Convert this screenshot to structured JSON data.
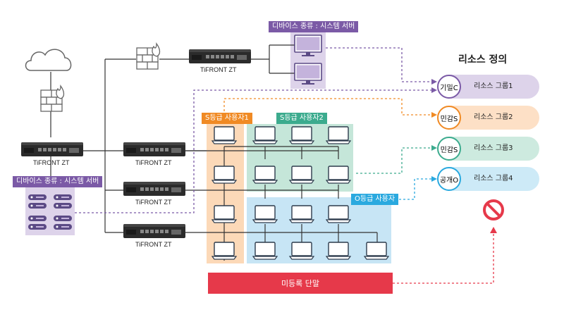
{
  "title": "리소스 정의",
  "device_type_tag": "디바이스 종류 : 시스템 서버",
  "tifront_label": "TiFRONT ZT",
  "user_groups": {
    "s1": "S등급 사용자1",
    "s2": "S등급 사용자2",
    "o": "O등급 사용자"
  },
  "resource_groups": [
    {
      "badge": "기밀C",
      "label": "리소스 그룹1",
      "color": "#7b5aa6",
      "fill": "#ddd3ea"
    },
    {
      "badge": "민감S",
      "label": "리소스 그룹2",
      "color": "#f08a24",
      "fill": "#fde0c6"
    },
    {
      "badge": "민감S",
      "label": "리소스 그룹3",
      "color": "#3cab8e",
      "fill": "#cdeadf"
    },
    {
      "badge": "공개O",
      "label": "리소스 그룹4",
      "color": "#2aa9df",
      "fill": "#cdeaf7"
    }
  ],
  "unregistered": "미등록 단말",
  "colors": {
    "purple": "#7b5aa6",
    "orange": "#f08a24",
    "green": "#3cab8e",
    "blue": "#2aa9df",
    "red": "#e6394a"
  }
}
